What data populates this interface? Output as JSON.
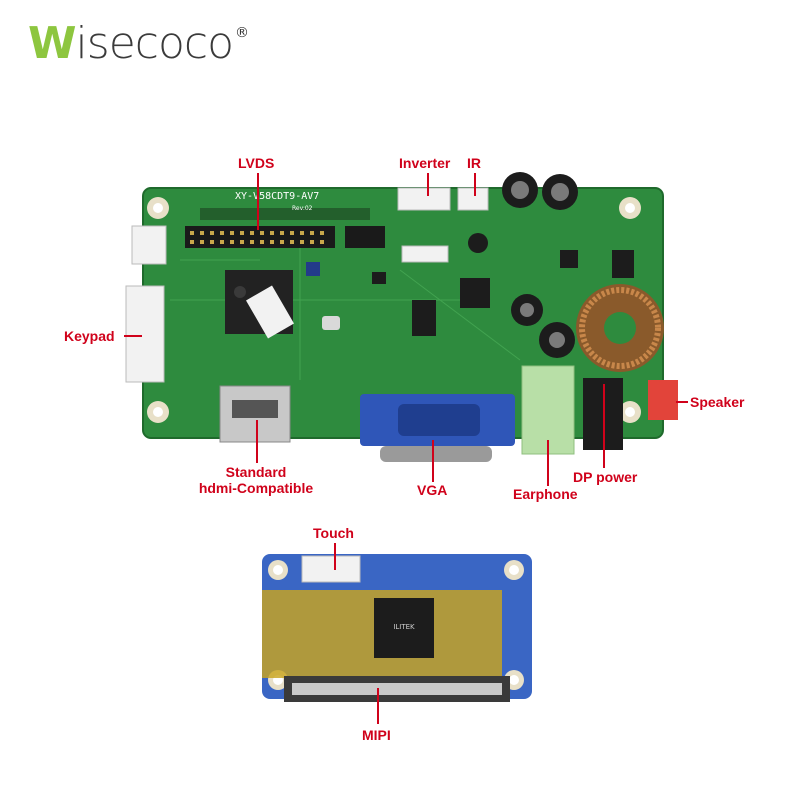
{
  "logo": {
    "accent": "W",
    "rest": "isecoco",
    "mark": "®"
  },
  "board_text": {
    "model": "XY-V58CDT9-AV7",
    "rev": "Rev:02",
    "chip": "ILITEK"
  },
  "labels": {
    "lvds": "LVDS",
    "inverter": "Inverter",
    "ir": "IR",
    "keypad": "Keypad",
    "speaker": "Speaker",
    "hdmi_line1": "Standard",
    "hdmi_line2": "hdmi-Compatible",
    "vga": "VGA",
    "earphone": "Earphone",
    "dp_power": "DP power",
    "touch": "Touch",
    "mipi": "MIPI"
  },
  "colors": {
    "label": "#d0021b",
    "pcb": "#2e8b3e",
    "adapter": "#3a66c4",
    "logo_accent": "#8dc63f"
  }
}
